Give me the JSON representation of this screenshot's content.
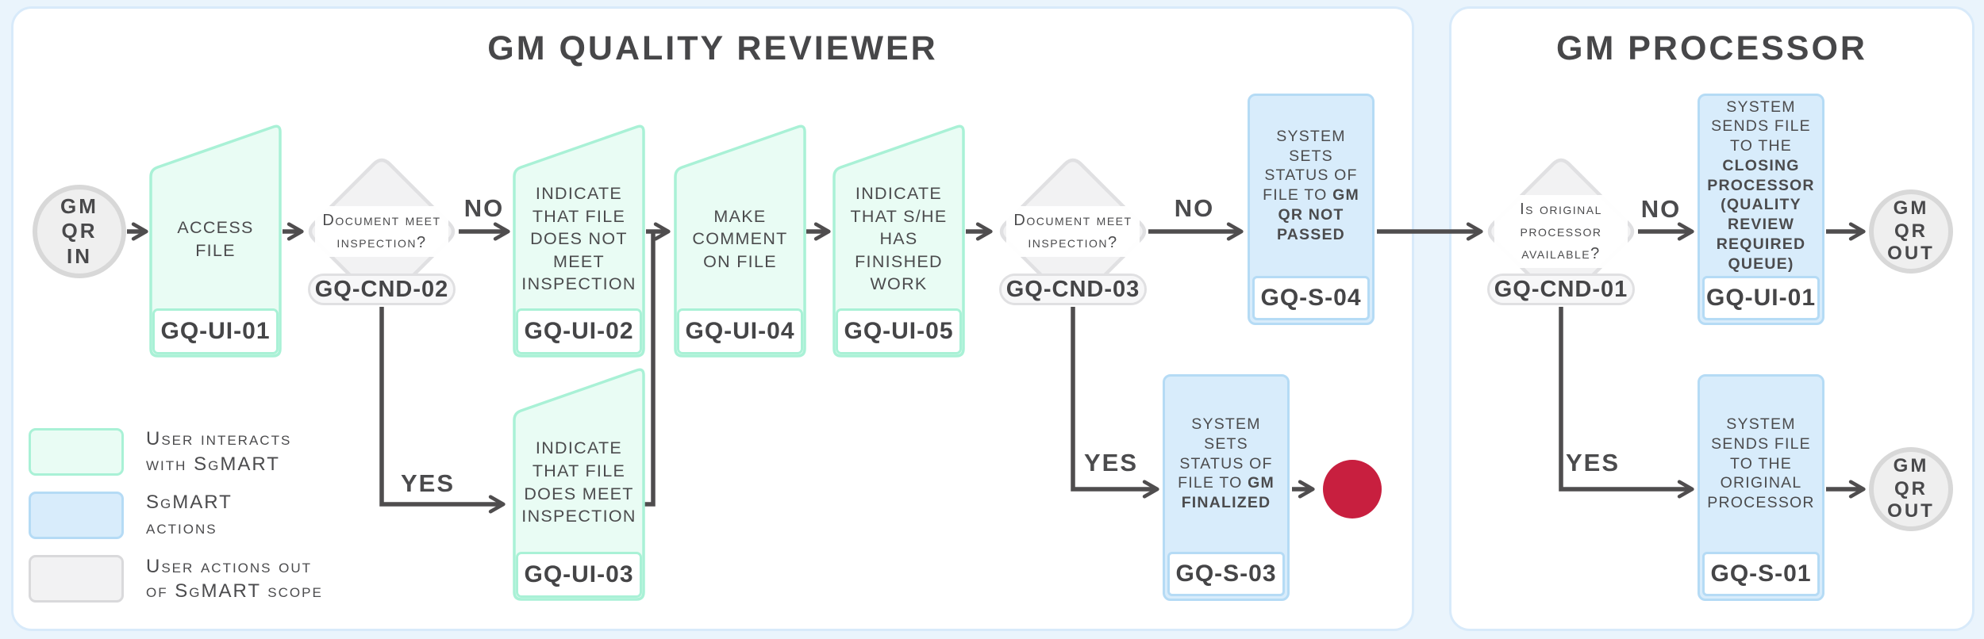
{
  "labels": {
    "no": "NO",
    "yes": "YES"
  },
  "panels": [
    {
      "title": "GM QUALITY REVIEWER"
    },
    {
      "title": "GM PROCESSOR"
    }
  ],
  "colors": {
    "user_interaction_fill": "#e9fcf4",
    "user_interaction_border": "#a9f1d6",
    "sgmart_action_fill": "#d8ecfb",
    "sgmart_action_border": "#b5dbf5",
    "out_of_scope_fill": "#f2f2f3",
    "out_of_scope_border": "#e0e0e2",
    "end_node_red": "#c81f3f",
    "connector": "#4f4d4e",
    "text": "#4b4b4d"
  },
  "nodes": {
    "start_in": {
      "lines": [
        "GM",
        "QR",
        "IN"
      ]
    },
    "gq_ui_01_reviewer": {
      "text": "ACCESS FILE",
      "code": "GQ-UI-01"
    },
    "cnd_02": {
      "text": "Document meet inspection?",
      "code": "GQ-CND-02"
    },
    "gq_ui_02": {
      "text": "INDICATE THAT FILE DOES NOT MEET INSPECTION",
      "code": "GQ-UI-02"
    },
    "gq_ui_03": {
      "text": "INDICATE THAT FILE DOES MEET INSPECTION",
      "code": "GQ-UI-03"
    },
    "gq_ui_04": {
      "text": "MAKE COMMENT ON FILE",
      "code": "GQ-UI-04"
    },
    "gq_ui_05": {
      "text": "INDICATE THAT S/HE HAS FINISHED WORK",
      "code": "GQ-UI-05"
    },
    "cnd_03": {
      "text": "Document meet inspection?",
      "code": "GQ-CND-03"
    },
    "gq_s_04": {
      "text": "SYSTEM SETS STATUS OF FILE TO ",
      "text_bold": "GM QR NOT PASSED",
      "code": "GQ-S-04"
    },
    "gq_s_03": {
      "text": "SYSTEM SETS STATUS OF FILE TO ",
      "text_bold": "GM FINALIZED",
      "code": "GQ-S-03"
    },
    "cnd_01": {
      "text": "Is original processor available?",
      "code": "GQ-CND-01"
    },
    "gq_ui_01_processor": {
      "text": "SYSTEM SENDS FILE TO THE ",
      "text_bold": "CLOSING PROCESSOR (QUALITY REVIEW REQUIRED QUEUE)",
      "code": "GQ-UI-01"
    },
    "gq_s_01": {
      "text": "SYSTEM SENDS FILE TO THE ORIGINAL PROCESSOR",
      "code": "GQ-S-01"
    },
    "out_top": {
      "lines": [
        "GM",
        "QR",
        "OUT"
      ]
    },
    "out_bottom": {
      "lines": [
        "GM",
        "QR",
        "OUT"
      ]
    }
  },
  "legend": {
    "items": [
      {
        "swatch": "user-interaction",
        "lines": [
          "User interacts",
          "with SgMART"
        ]
      },
      {
        "swatch": "sgmart-action",
        "lines": [
          "SgMART",
          "actions"
        ]
      },
      {
        "swatch": "out-of-scope",
        "lines": [
          "User actions out",
          "of SgMART scope"
        ]
      }
    ]
  }
}
